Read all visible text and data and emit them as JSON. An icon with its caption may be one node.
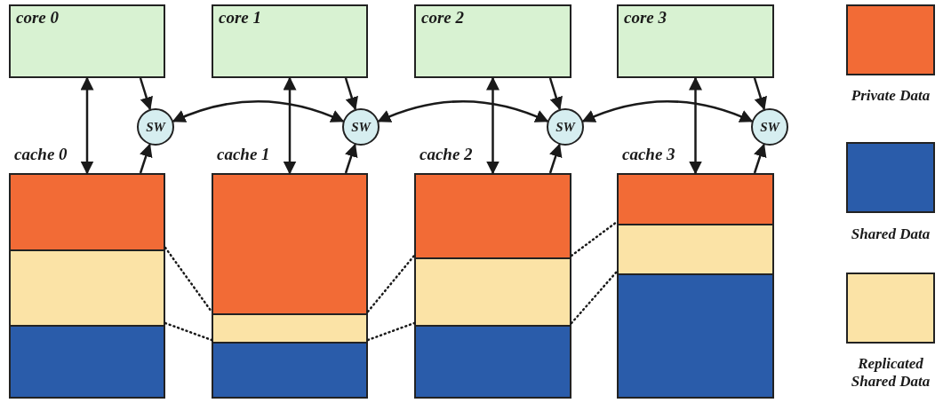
{
  "diagram": {
    "nodes": [
      {
        "text": [
          "core 0"
        ]
      },
      {
        "text": [
          "core 1"
        ]
      },
      {
        "text": [
          "core 2"
        ]
      },
      {
        "text": [
          "core 3"
        ]
      },
      {
        "text": [
          "SW"
        ]
      },
      {
        "text": [
          "SW"
        ]
      },
      {
        "text": [
          "SW"
        ]
      },
      {
        "text": [
          "SW"
        ]
      },
      {
        "text": [
          "cache 0"
        ]
      },
      {
        "text": [],
        "shape": "box",
        "in": 8
      },
      {
        "text": [],
        "shape": "box",
        "in": 8
      },
      {
        "text": [],
        "shape": "box",
        "in": 8
      },
      {
        "text": [
          "cache 1"
        ]
      },
      {
        "text": [],
        "shape": "box",
        "in": 12
      },
      {
        "text": [],
        "shape": "box",
        "in": 12
      },
      {
        "text": [],
        "shape": "box",
        "in": 12
      },
      {
        "text": [
          "cache 2"
        ]
      },
      {
        "text": [],
        "shape": "box",
        "in": 16
      },
      {
        "text": [],
        "shape": "box",
        "in": 16
      },
      {
        "text": [],
        "shape": "box",
        "in": 16
      },
      {
        "text": [
          "cache 3"
        ]
      },
      {
        "text": [],
        "shape": "box",
        "in": 20
      },
      {
        "text": [],
        "shape": "box",
        "in": 20
      },
      {
        "text": [],
        "shape": "box",
        "in": 20
      }
    ],
    "edges": [
      {
        "from": 0,
        "to": 8,
        "arrow": "both"
      },
      {
        "from": 0,
        "to": 4,
        "arrow": "to"
      },
      {
        "from": 8,
        "to": 4,
        "arrow": "to"
      },
      {
        "from": 1,
        "to": 12,
        "arrow": "both"
      },
      {
        "from": 1,
        "to": 5,
        "arrow": "to"
      },
      {
        "from": 12,
        "to": 5,
        "arrow": "to"
      },
      {
        "from": 2,
        "to": 16,
        "arrow": "both"
      },
      {
        "from": 2,
        "to": 6,
        "arrow": "to"
      },
      {
        "from": 16,
        "to": 6,
        "arrow": "to"
      },
      {
        "from": 3,
        "to": 20,
        "arrow": "both"
      },
      {
        "from": 3,
        "to": 7,
        "arrow": "to"
      },
      {
        "from": 20,
        "to": 7,
        "arrow": "to"
      },
      {
        "from": 4,
        "to": 5,
        "arrow": "both"
      },
      {
        "from": 5,
        "to": 6,
        "arrow": "both"
      },
      {
        "from": 6,
        "to": 7,
        "arrow": "both"
      },
      {
        "from": 10,
        "to": 14,
        "arrow": "none",
        "style": "dashed"
      },
      {
        "from": 10,
        "to": 14,
        "arrow": "none",
        "style": "dashed"
      },
      {
        "from": 14,
        "to": 18,
        "arrow": "none",
        "style": "dashed"
      },
      {
        "from": 14,
        "to": 18,
        "arrow": "none",
        "style": "dashed"
      },
      {
        "from": 18,
        "to": 22,
        "arrow": "none",
        "style": "dashed"
      },
      {
        "from": 18,
        "to": 22,
        "arrow": "none",
        "style": "dashed"
      }
    ],
    "legend": [
      {
        "text": "Private Data",
        "color": "#f26b36"
      },
      {
        "text": "Shared Data",
        "color": "#2a5caa"
      },
      {
        "text": "Replicated Shared Data",
        "color": "#fbe3a6"
      }
    ]
  }
}
